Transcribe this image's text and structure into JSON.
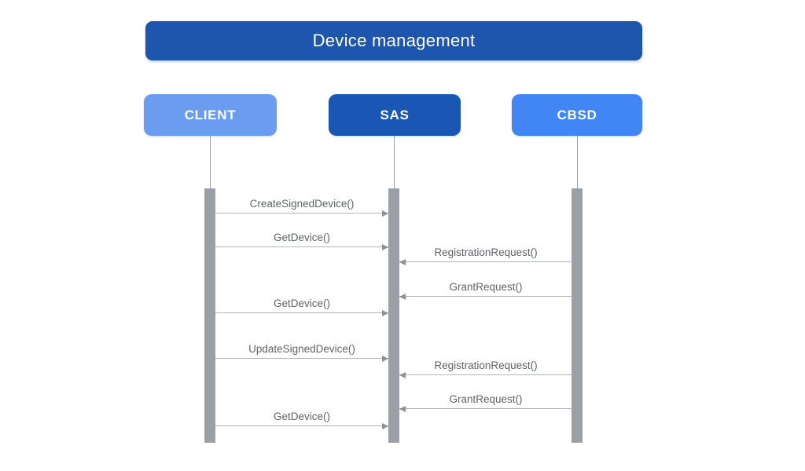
{
  "diagram": {
    "title": "Device management",
    "actors": [
      {
        "id": "client",
        "label": "CLIENT",
        "color": "#6C9CF0"
      },
      {
        "id": "sas",
        "label": "SAS",
        "color": "#1A56B4"
      },
      {
        "id": "cbsd",
        "label": "CBSD",
        "color": "#4285F4"
      }
    ],
    "messages": [
      {
        "label": "CreateSignedDevice()",
        "from": "CLIENT",
        "to": "SAS"
      },
      {
        "label": "GetDevice()",
        "from": "CLIENT",
        "to": "SAS"
      },
      {
        "label": "RegistrationRequest()",
        "from": "CBSD",
        "to": "SAS"
      },
      {
        "label": "GrantRequest()",
        "from": "CBSD",
        "to": "SAS"
      },
      {
        "label": "GetDevice()",
        "from": "CLIENT",
        "to": "SAS"
      },
      {
        "label": "UpdateSignedDevice()",
        "from": "CLIENT",
        "to": "SAS"
      },
      {
        "label": "RegistrationRequest()",
        "from": "CBSD",
        "to": "SAS"
      },
      {
        "label": "GrantRequest()",
        "from": "CBSD",
        "to": "SAS"
      },
      {
        "label": "GetDevice()",
        "from": "CLIENT",
        "to": "SAS"
      }
    ],
    "colors": {
      "title_bg": "#1E56AD",
      "client_bg": "#6C9CF0",
      "sas_bg": "#1A56B4",
      "cbsd_bg": "#4285F4",
      "lifeline_gray": "#9AA0A6",
      "arrow_line": "#AFB6BC",
      "arrow_head": "#8A9096",
      "message_text": "#5F6368",
      "title_text": "#FFFFFF"
    }
  }
}
